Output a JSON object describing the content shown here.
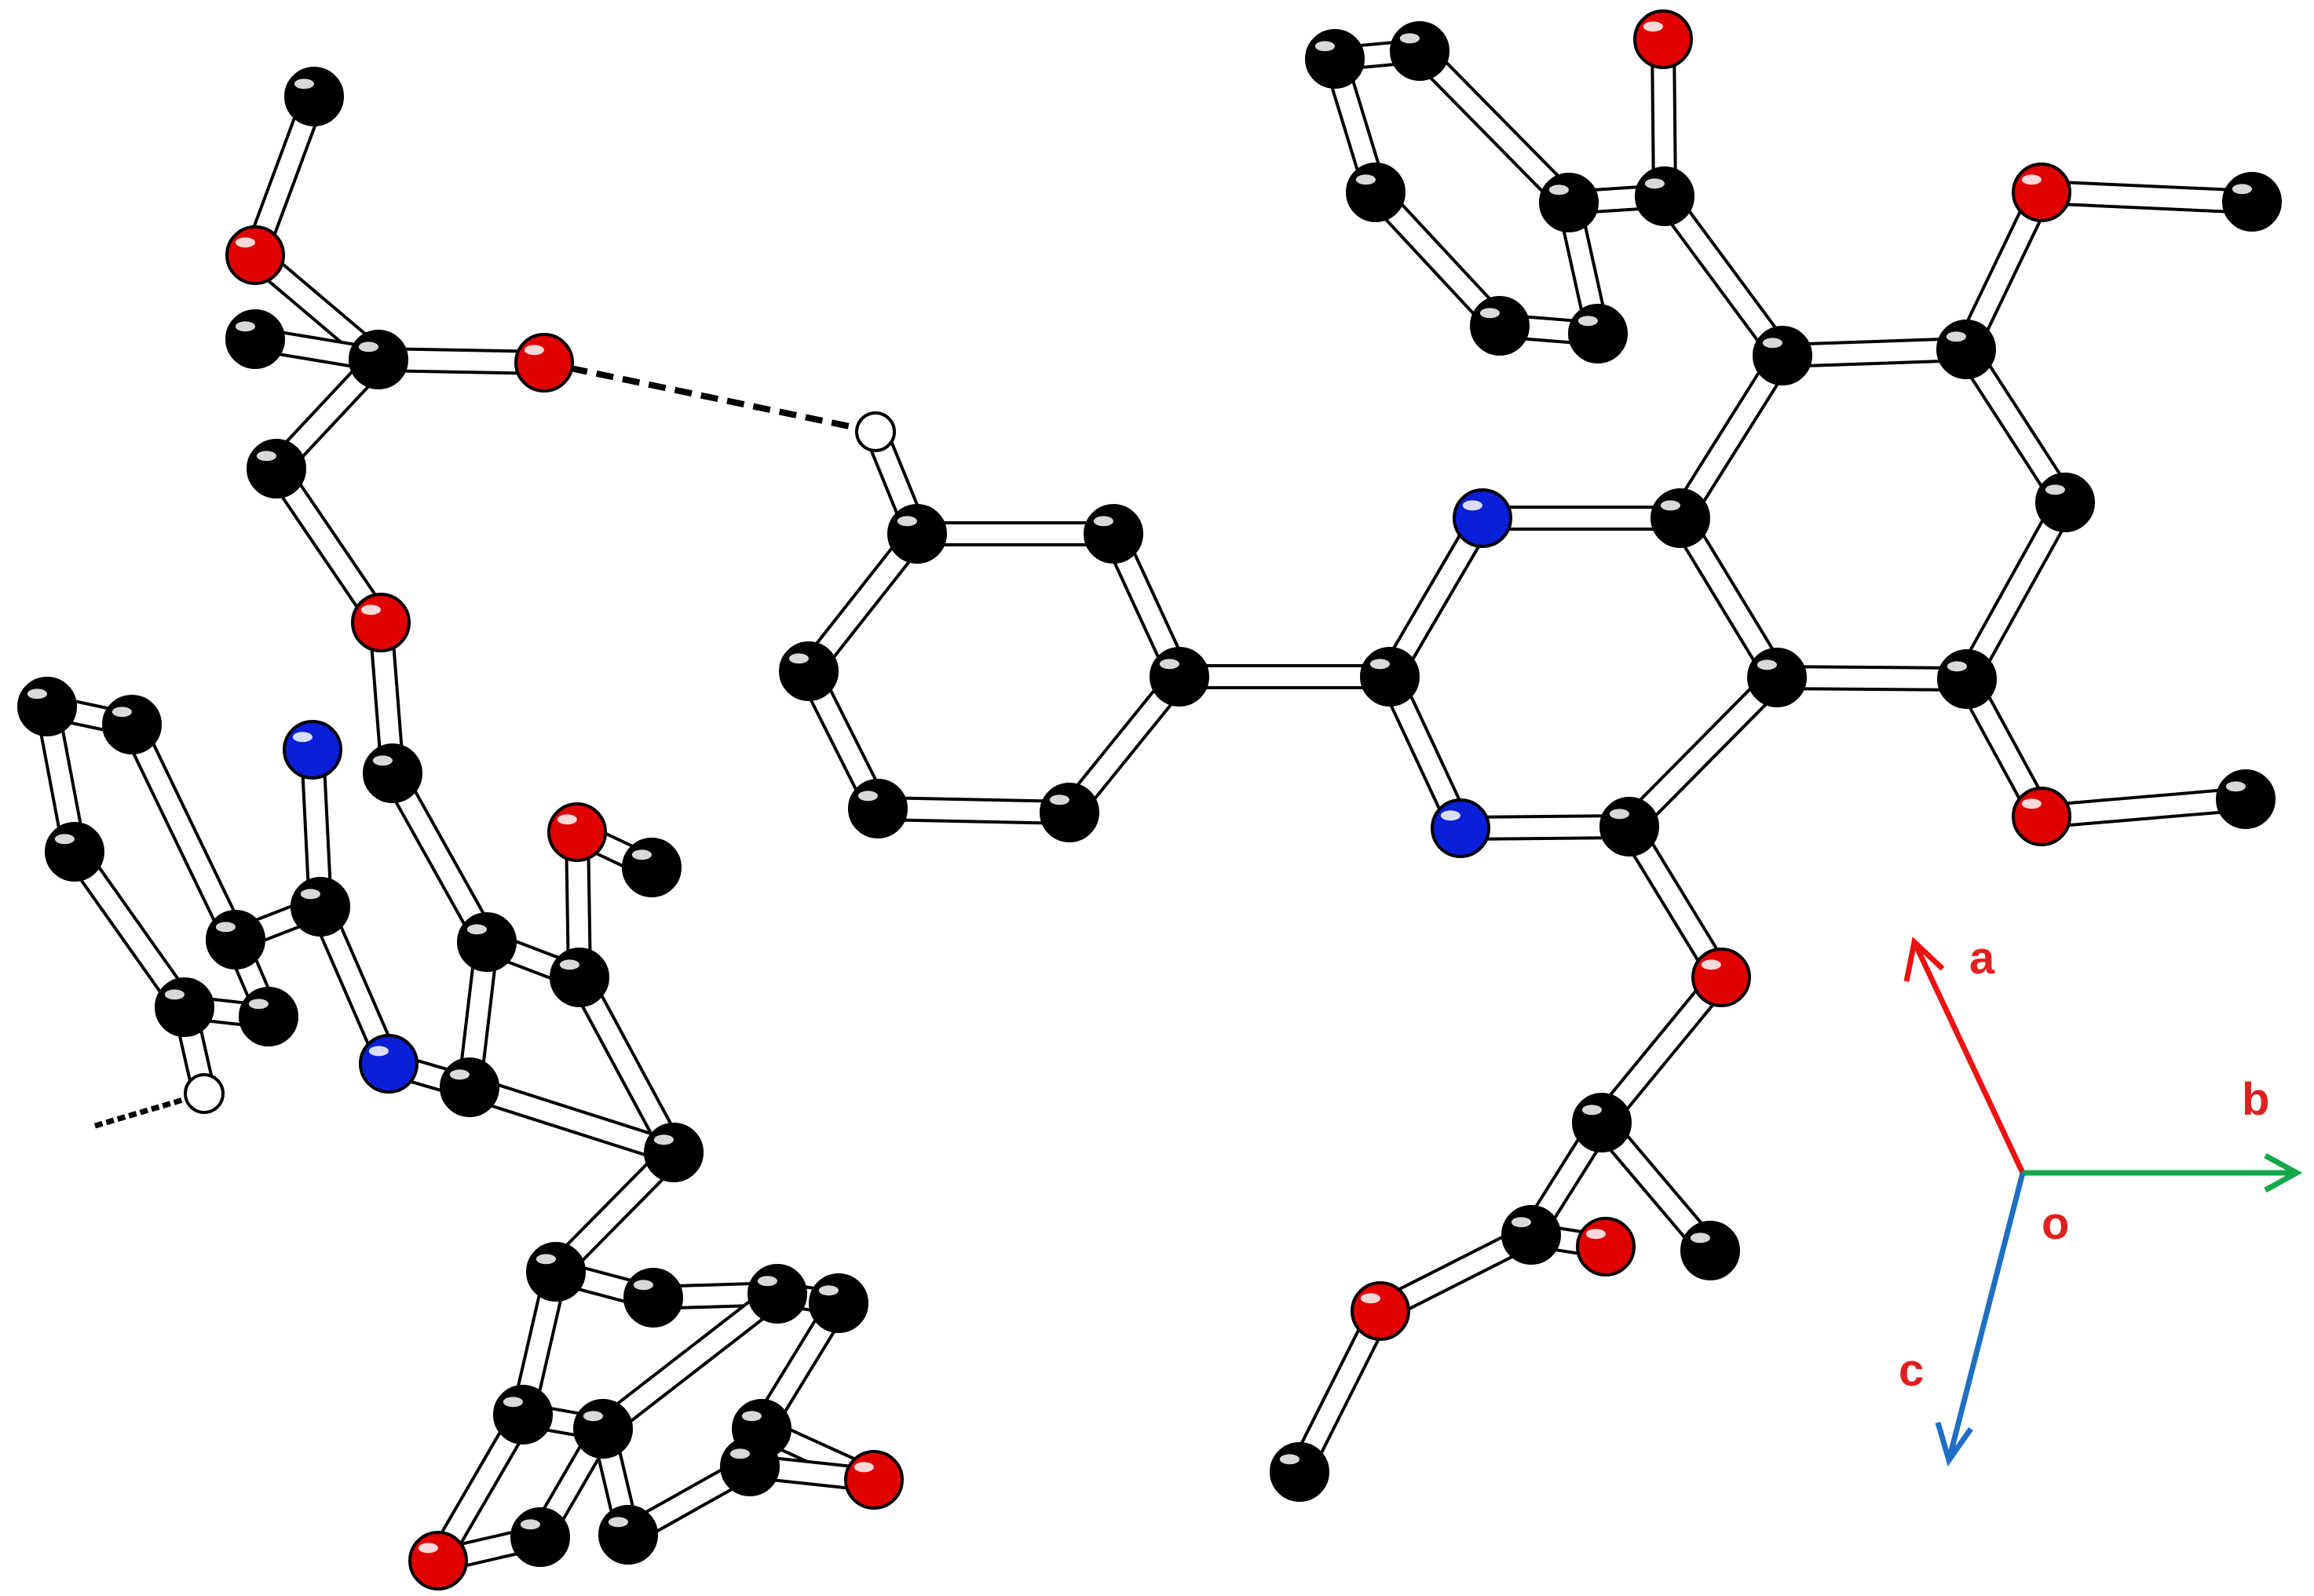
{
  "colors": {
    "background": "#ffffff",
    "bond_fill": "#ffffff",
    "bond_outline": "#000000",
    "carbon": "#000000",
    "oxygen": "#e00000",
    "nitrogen": "#0a1fd8",
    "hydrogen": "#ffffff",
    "hbond": "#000000",
    "axis_a": "#ee1111",
    "axis_b": "#12a84a",
    "axis_c": "#1f6fc4",
    "axis_label_red": "#e02020",
    "axis_label_origin": "#e02020"
  },
  "axes": {
    "a": {
      "label": "a",
      "color_key": "axis_a"
    },
    "b": {
      "label": "b",
      "color_key": "axis_b"
    },
    "c": {
      "label": "c",
      "color_key": "axis_c"
    },
    "origin": {
      "label": "o"
    }
  }
}
